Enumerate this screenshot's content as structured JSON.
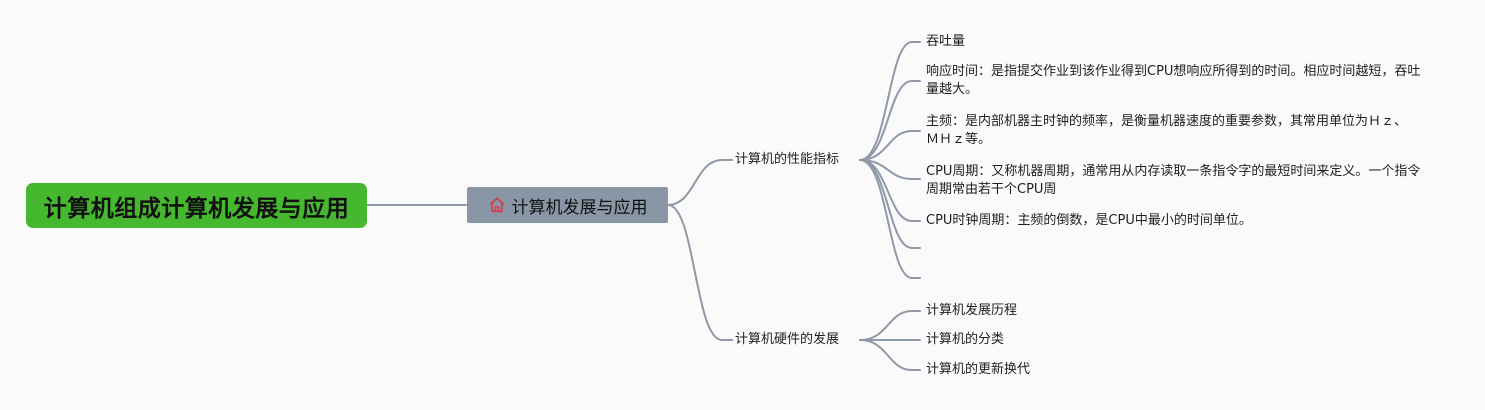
{
  "root": {
    "label": "计算机组成计算机发展与应用"
  },
  "center": {
    "label": "计算机发展与应用",
    "icon": "house-icon",
    "icon_color": "#d63b4a"
  },
  "branches": [
    {
      "label": "计算机的性能指标",
      "children": [
        "吞吐量",
        "响应时间：是指提交作业到该作业得到CPU想响应所得到的时间。相应时间越短，吞吐量越大。",
        "主频：是内部机器主时钟的频率，是衡量机器速度的重要参数，其常用单位为Ｈｚ、ＭＨｚ等。",
        "CPU周期：又称机器周期，通常用从内存读取一条指令字的最短时间来定义。一个指令周期常由若干个CPU周",
        "CPU时钟周期：主频的倒数，是CPU中最小的时间单位。",
        "",
        ""
      ]
    },
    {
      "label": "计算机硬件的发展",
      "children": [
        "计算机发展历程",
        "计算机的分类",
        "计算机的更新换代"
      ]
    }
  ],
  "colors": {
    "root_fill": "#45b830",
    "center_fill": "#8896a5",
    "connector": "#8f99a8",
    "background": "#fafafa"
  }
}
